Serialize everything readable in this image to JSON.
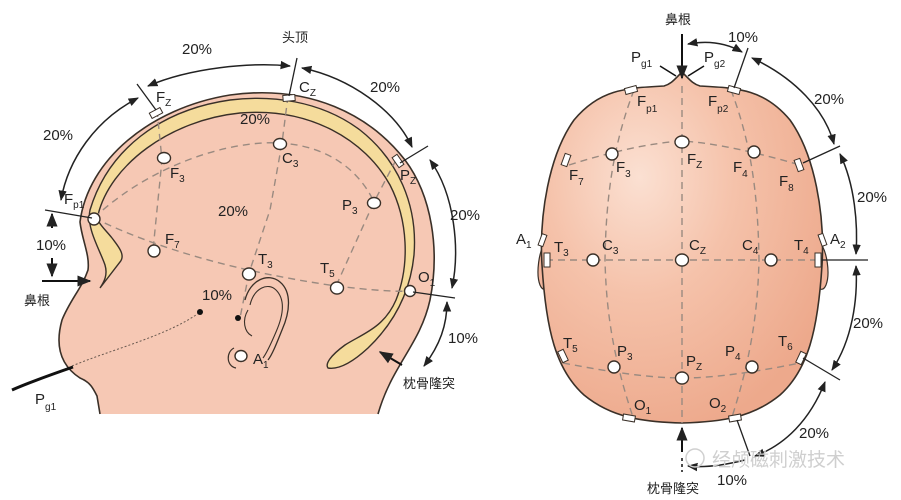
{
  "figure": {
    "title": "International 10-20 EEG electrode placement system",
    "watermark": "经颅磁刺激技术",
    "colors": {
      "skin": "#f6c8b4",
      "skin_top_view": "#f2b59c",
      "skull_band": "#f5dc9c",
      "outline": "#3a3028",
      "guide_line": "#9a8a80",
      "electrode_fill": "#ffffff"
    }
  },
  "side_view": {
    "landmarks": {
      "vertex": "头顶",
      "nasion": "鼻根",
      "inion": "枕骨隆突"
    },
    "electrodes": [
      {
        "id": "Fp1",
        "base": "F",
        "sub": "p1"
      },
      {
        "id": "Fz",
        "base": "F",
        "sub": "Z"
      },
      {
        "id": "Cz",
        "base": "C",
        "sub": "Z"
      },
      {
        "id": "Pz",
        "base": "P",
        "sub": "Z"
      },
      {
        "id": "O1",
        "base": "O",
        "sub": "1"
      },
      {
        "id": "F3",
        "base": "F",
        "sub": "3"
      },
      {
        "id": "C3",
        "base": "C",
        "sub": "3"
      },
      {
        "id": "P3",
        "base": "P",
        "sub": "3"
      },
      {
        "id": "F7",
        "base": "F",
        "sub": "7"
      },
      {
        "id": "T3",
        "base": "T",
        "sub": "3"
      },
      {
        "id": "T5",
        "base": "T",
        "sub": "5"
      },
      {
        "id": "A1",
        "base": "A",
        "sub": "1"
      },
      {
        "id": "Pg1",
        "base": "P",
        "sub": "g1"
      }
    ],
    "percent_labels": {
      "fz_cz": "20%",
      "fp1_fz": "20%",
      "cz_pz": "20%",
      "pz_o1": "20%",
      "nasion_fp1": "10%",
      "o1_inion": "10%",
      "inner_top": "20%",
      "inner_mid": "20%",
      "preauricular": "10%"
    }
  },
  "top_view": {
    "landmarks": {
      "nasion": "鼻根",
      "inion": "枕骨隆突"
    },
    "electrodes": [
      {
        "id": "Pg1",
        "base": "P",
        "sub": "g1"
      },
      {
        "id": "Pg2",
        "base": "P",
        "sub": "g2"
      },
      {
        "id": "Fp1",
        "base": "F",
        "sub": "p1"
      },
      {
        "id": "Fp2",
        "base": "F",
        "sub": "p2"
      },
      {
        "id": "F7",
        "base": "F",
        "sub": "7"
      },
      {
        "id": "F3",
        "base": "F",
        "sub": "3"
      },
      {
        "id": "Fz",
        "base": "F",
        "sub": "Z"
      },
      {
        "id": "F4",
        "base": "F",
        "sub": "4"
      },
      {
        "id": "F8",
        "base": "F",
        "sub": "8"
      },
      {
        "id": "A1",
        "base": "A",
        "sub": "1"
      },
      {
        "id": "T3",
        "base": "T",
        "sub": "3"
      },
      {
        "id": "C3",
        "base": "C",
        "sub": "3"
      },
      {
        "id": "Cz",
        "base": "C",
        "sub": "Z"
      },
      {
        "id": "C4",
        "base": "C",
        "sub": "4"
      },
      {
        "id": "T4",
        "base": "T",
        "sub": "4"
      },
      {
        "id": "A2",
        "base": "A",
        "sub": "2"
      },
      {
        "id": "T5",
        "base": "T",
        "sub": "5"
      },
      {
        "id": "P3",
        "base": "P",
        "sub": "3"
      },
      {
        "id": "Pz",
        "base": "P",
        "sub": "Z"
      },
      {
        "id": "P4",
        "base": "P",
        "sub": "4"
      },
      {
        "id": "T6",
        "base": "T",
        "sub": "6"
      },
      {
        "id": "O1",
        "base": "O",
        "sub": "1"
      },
      {
        "id": "O2",
        "base": "O",
        "sub": "2"
      }
    ],
    "percent_labels": {
      "nasion_fp2": "10%",
      "fp2_f8": "20%",
      "f8_t4": "20%",
      "t4_t6": "20%",
      "t6_o2": "20%",
      "o2_inion": "10%"
    }
  }
}
